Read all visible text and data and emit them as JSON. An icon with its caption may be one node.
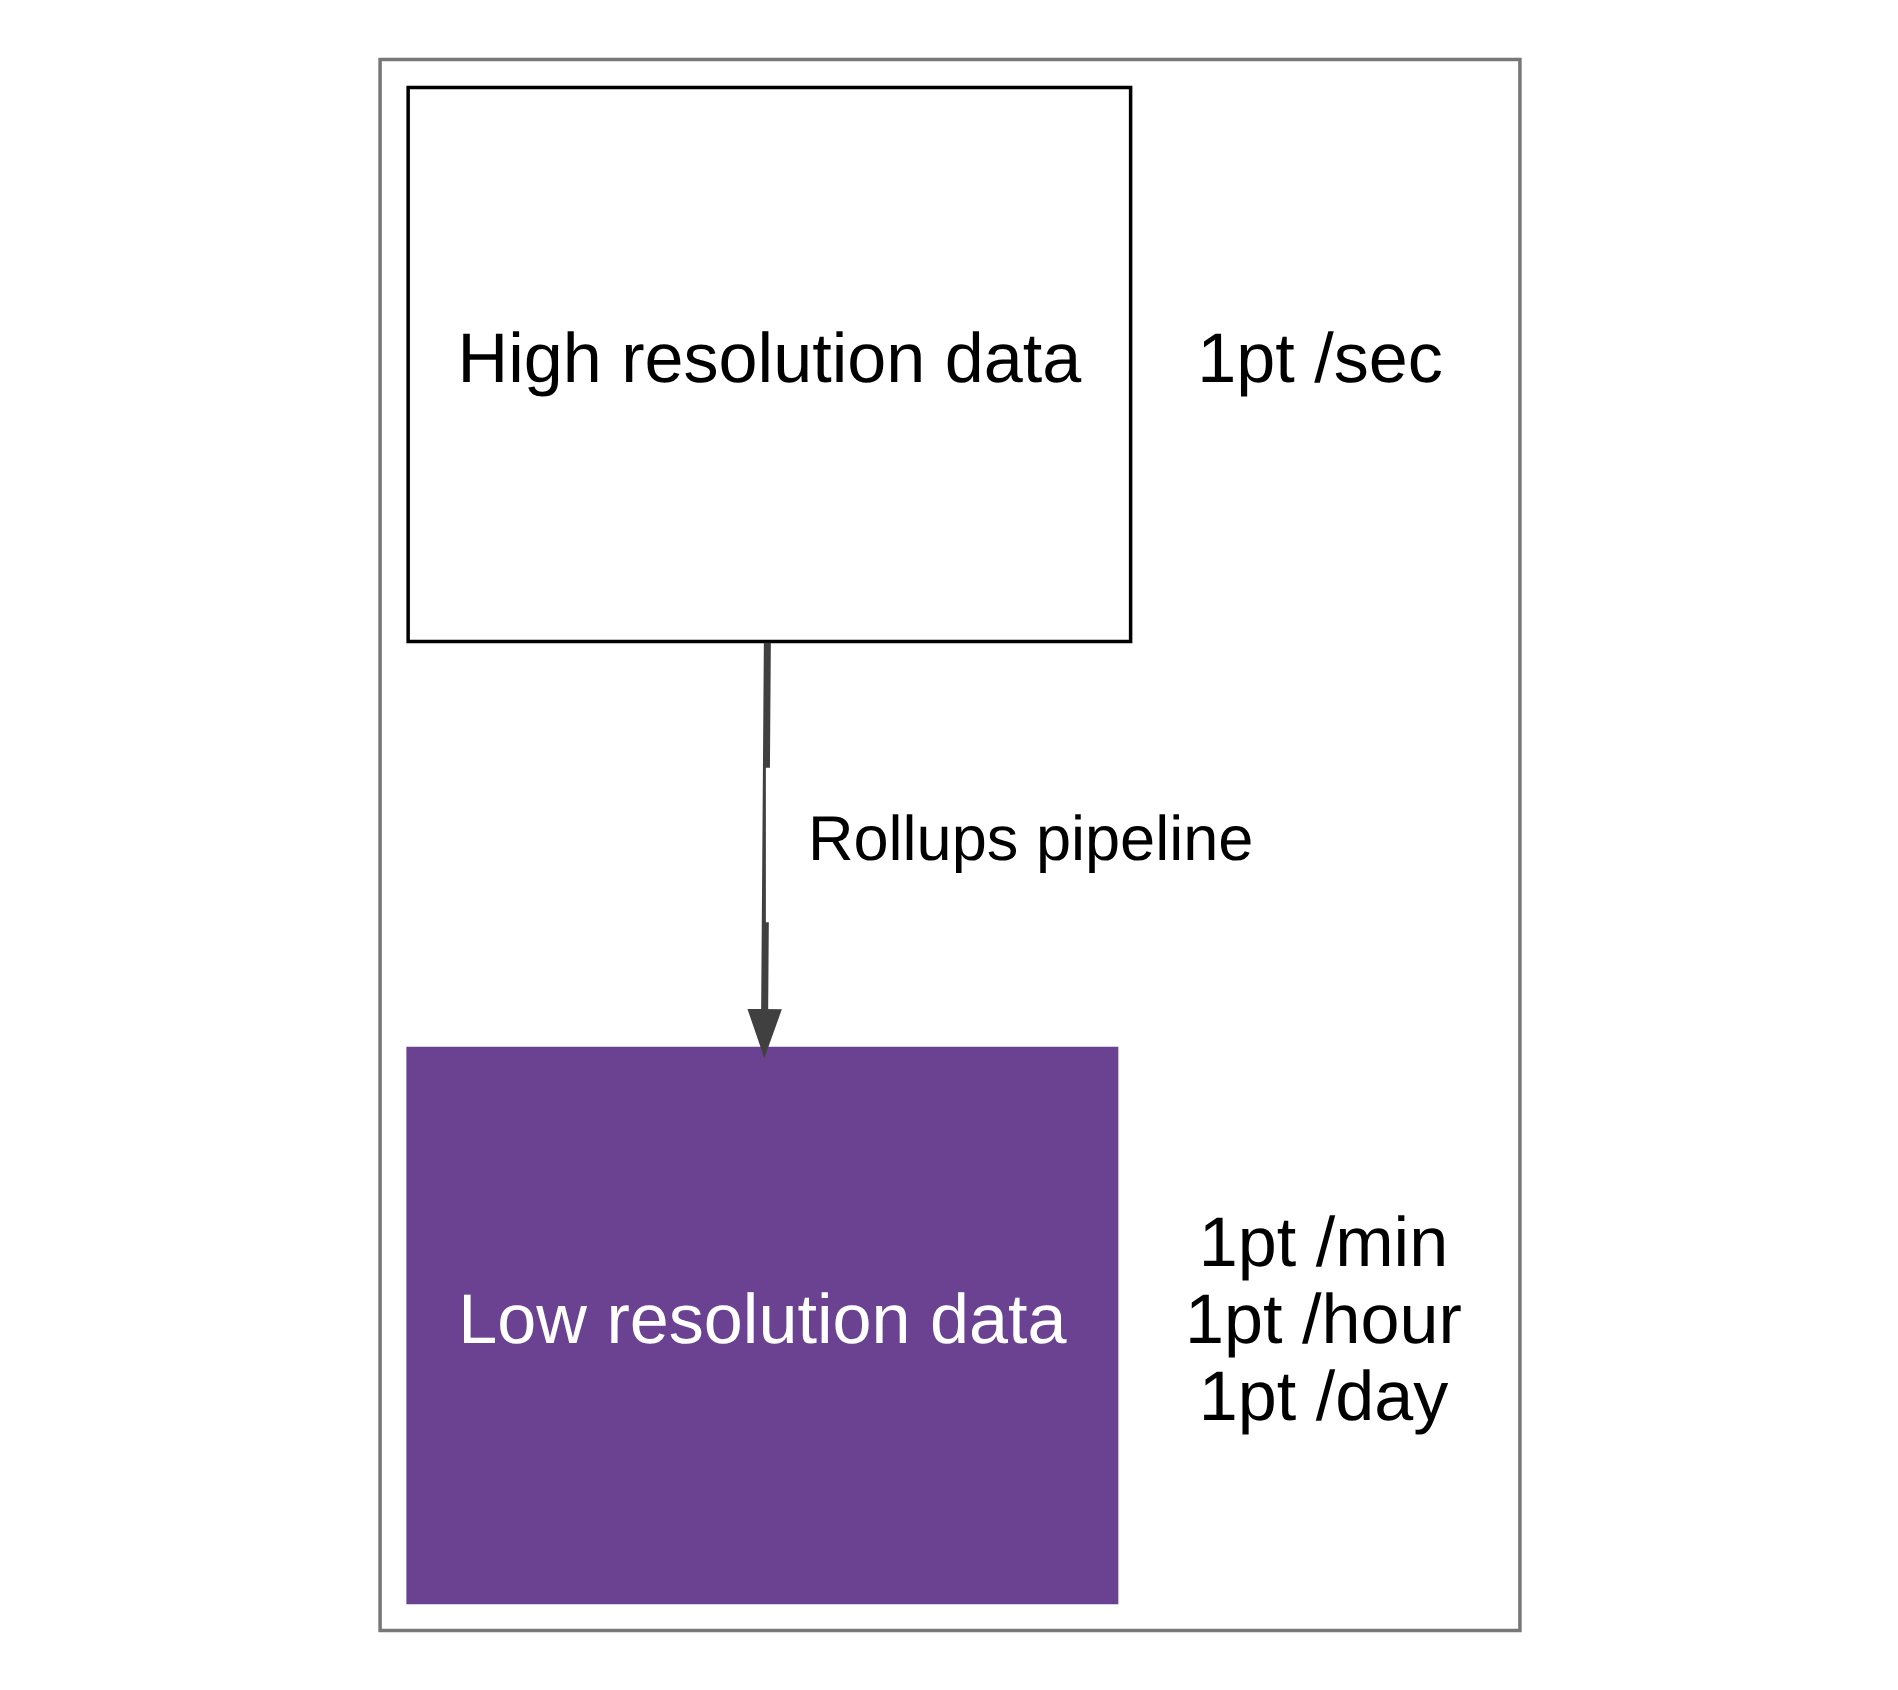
{
  "diagram": {
    "nodes": [
      {
        "text": [],
        "shape": "box"
      },
      {
        "text": [
          "High resolution data"
        ],
        "in": 0,
        "beside": [
          "1pt /sec"
        ]
      },
      {
        "text": [
          "Low resolution data"
        ],
        "in": 0,
        "beside": [
          "1pt /min",
          "1pt /hour",
          "1pt /day"
        ]
      }
    ],
    "edges": [
      {
        "from": 1,
        "to": 2,
        "arrow": "to",
        "label": "Rollups pipeline"
      }
    ]
  }
}
